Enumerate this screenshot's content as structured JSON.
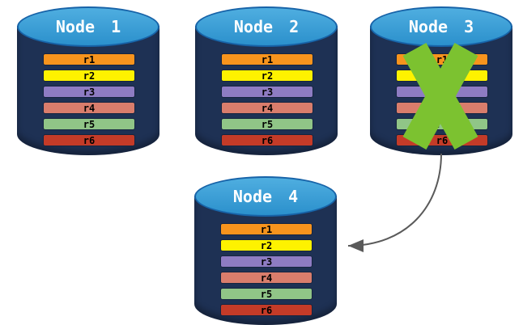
{
  "palette": {
    "background": "#FFFFFF",
    "cylinder_body": "#1E3154",
    "cylinder_top_fill": "#2F9AD4",
    "cylinder_top_border": "#1763A8",
    "failure_cross": "#7CC230",
    "arrow": "#5A5A5A"
  },
  "replicas": [
    {
      "label": "r1",
      "color": "#F7941D"
    },
    {
      "label": "r2",
      "color": "#FEF200"
    },
    {
      "label": "r3",
      "color": "#8E7CC3"
    },
    {
      "label": "r4",
      "color": "#D97D6C"
    },
    {
      "label": "r5",
      "color": "#90C587"
    },
    {
      "label": "r6",
      "color": "#C43B28"
    }
  ],
  "nodes": [
    {
      "title": "Node 1",
      "failed": false
    },
    {
      "title": "Node 2",
      "failed": false
    },
    {
      "title": "Node 3",
      "failed": true
    },
    {
      "title": "Node 4",
      "failed": false
    }
  ],
  "arrow": {
    "from": "Node 3",
    "to": "Node 4"
  }
}
